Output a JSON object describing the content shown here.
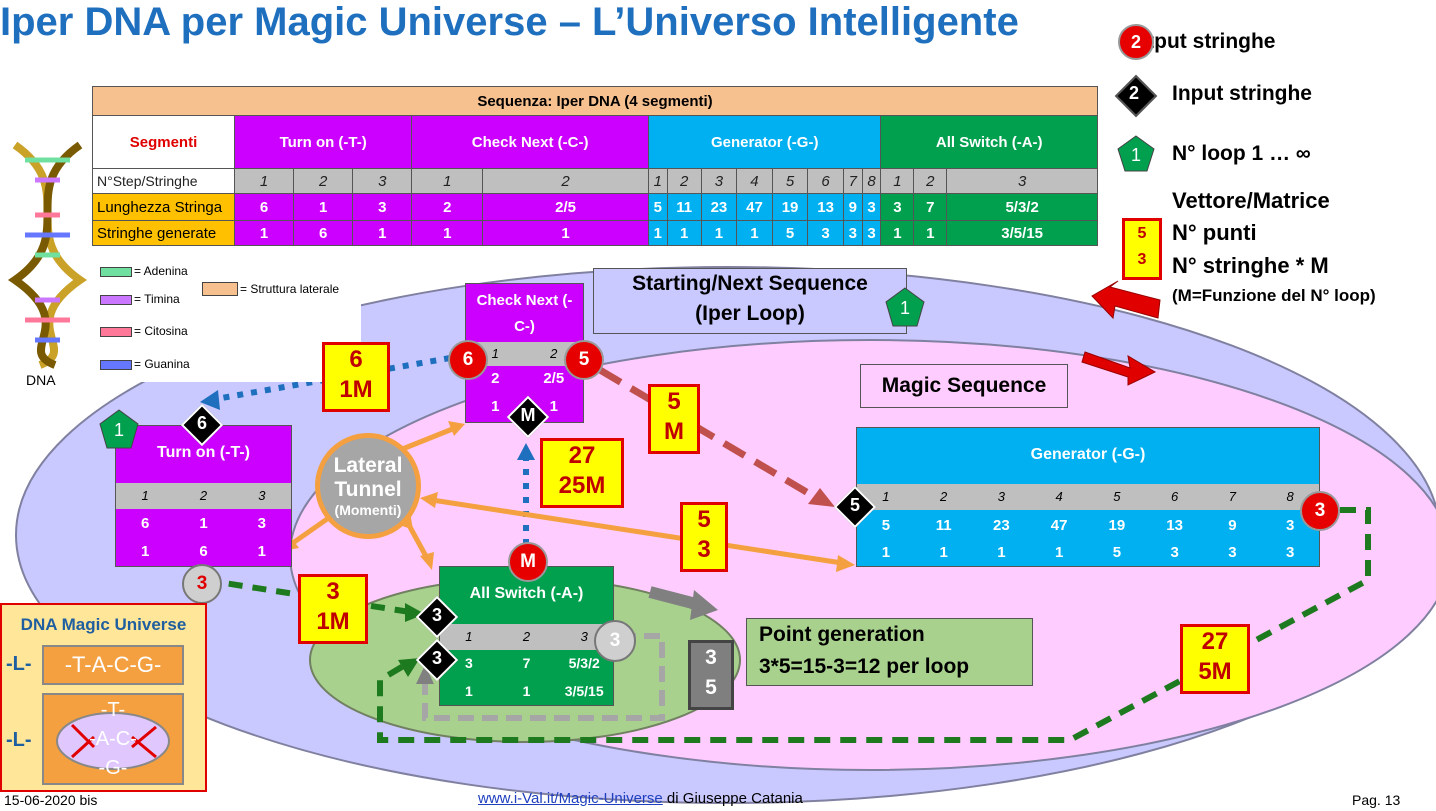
{
  "title": "Iper DNA per Magic Universe – L’Universo Intelligente",
  "legend": {
    "output": {
      "badge": "2",
      "label": "Output stringhe"
    },
    "input": {
      "badge": "2",
      "label": "Input stringhe"
    },
    "loop": {
      "badge": "1",
      "label": "N° loop 1 … ∞"
    },
    "vector_title": "Vettore/Matrice",
    "vector_badge_top": "5",
    "vector_badge_bottom": "3",
    "vector_line1": "N° punti",
    "vector_line2": "N° stringhe * M",
    "vector_line3": "(M=Funzione  del N° loop)"
  },
  "table": {
    "header": "Sequenza: Iper DNA (4 segmenti)",
    "seg_label": "Segmenti",
    "segments": [
      "Turn on  (-T-)",
      "Check Next (-C-)",
      "Generator (-G-)",
      "All Switch (-A-)"
    ],
    "row_step_label": "N°Step/Stringhe",
    "row_len_label": "Lunghezza Stringa",
    "row_gen_label": "Stringhe generate",
    "steps": [
      "1",
      "2",
      "3",
      "1",
      "2",
      "1",
      "2",
      "3",
      "4",
      "5",
      "6",
      "7",
      "8",
      "1",
      "2",
      "3"
    ],
    "lengths": [
      "6",
      "1",
      "3",
      "2",
      "2/5",
      "5",
      "11",
      "23",
      "47",
      "19",
      "13",
      "9",
      "3",
      "3",
      "7",
      "5/3/2"
    ],
    "generated": [
      "1",
      "6",
      "1",
      "1",
      "1",
      "1",
      "1",
      "1",
      "1",
      "5",
      "3",
      "3",
      "3",
      "1",
      "1",
      "3/5/15"
    ]
  },
  "dna_legend": {
    "adenina": "= Adenina",
    "timina": "= Timina",
    "citosina": "= Citosina",
    "guanina": "= Guanina",
    "laterale": "= Struttura laterale",
    "dna_label": "DNA"
  },
  "diagram": {
    "starting": "Starting/Next Sequence",
    "iper_loop": "(Iper Loop)",
    "loop_badge": "1",
    "magic_sequence": "Magic Sequence",
    "check_next": {
      "title": "Check Next (-C-)",
      "steps": [
        "1",
        "2"
      ],
      "lengths": [
        "2",
        "2/5"
      ],
      "gen": [
        "1",
        "1"
      ],
      "out_left": "6",
      "out_right": "5",
      "in": "M"
    },
    "turn_on": {
      "title": "Turn on  (-T-)",
      "steps": [
        "1",
        "2",
        "3"
      ],
      "lengths": [
        "6",
        "1",
        "3"
      ],
      "gen": [
        "1",
        "6",
        "1"
      ],
      "in": "6",
      "loop": "1",
      "out": "3"
    },
    "generator": {
      "title": "Generator (-G-)",
      "steps": [
        "1",
        "2",
        "3",
        "4",
        "5",
        "6",
        "7",
        "8"
      ],
      "lengths": [
        "5",
        "11",
        "23",
        "47",
        "19",
        "13",
        "9",
        "3"
      ],
      "gen": [
        "1",
        "1",
        "1",
        "1",
        "5",
        "3",
        "3",
        "3"
      ],
      "in": "5",
      "out": "3"
    },
    "all_switch": {
      "title": "All Switch (-A-)",
      "steps": [
        "1",
        "2",
        "3"
      ],
      "lengths": [
        "3",
        "7",
        "5/3/2"
      ],
      "gen": [
        "1",
        "1",
        "3/5/15"
      ],
      "in_top": "3",
      "in_bottom": "3",
      "out": "3",
      "m_badge": "M"
    },
    "lateral_line1": "Lateral",
    "lateral_line2": "Tunnel",
    "lateral_line3": "(Momenti)",
    "vbox_6_1m": [
      "6",
      "1M"
    ],
    "vbox_5_m": [
      "5",
      "M"
    ],
    "vbox_27_25m": [
      "27",
      "25M"
    ],
    "vbox_5_3": [
      "5",
      "3"
    ],
    "vbox_3_1m": [
      "3",
      "1M"
    ],
    "vbox_27_5m": [
      "27",
      "5M"
    ],
    "gray_box": [
      "3",
      "5"
    ],
    "point_gen_line1": "Point generation",
    "point_gen_line2": "3*5=15-3=12 per loop"
  },
  "magic_box": {
    "title": "DNA Magic Universe",
    "l1": "-L-",
    "seq": "-T-A-C-G-",
    "l2": "-L-",
    "t": "-T-",
    "ac": "-A-C-",
    "g": "-G-"
  },
  "footer": {
    "date": "15-06-2020 bis",
    "link": "www.i-Val.it/Magic-Universe",
    "author": " di Giuseppe Catania",
    "page": "Pag. 13"
  }
}
